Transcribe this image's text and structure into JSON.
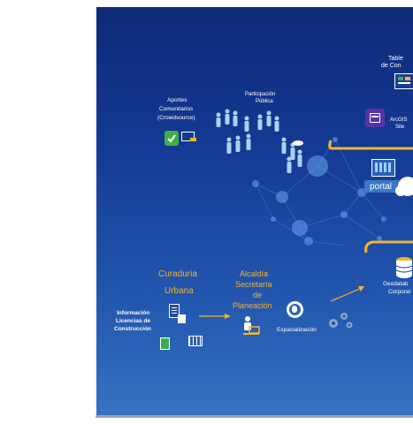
{
  "labels": {
    "tablero_line1": "Table",
    "tablero_line2": "de Con",
    "arcgis_line1": "ArcGIS",
    "arcgis_line2": "Site",
    "portal": "portal",
    "aportes_line1": "Aportes",
    "aportes_line2": "Comunitarios",
    "aportes_line3": "(Crowdsource)",
    "participacion_line1": "Participación",
    "participacion_line2": "Pública",
    "curaduria_line1": "Curaduria",
    "curaduria_line2": "Urbana",
    "alcaldia_line1": "Alcaldía",
    "alcaldia_line2": "Secretaría",
    "alcaldia_line3": "de",
    "alcaldia_line4": "Planeación",
    "informacion_line1": "Información",
    "informacion_line2": "Licencias de",
    "informacion_line3": "Construcción",
    "espacializacion": "Espacialización",
    "geodatabase_line1": "Geodatab",
    "geodatabase_line2": "Corporat"
  },
  "colors": {
    "accent_gold": "#f3b52b",
    "accent_green": "#3fae49",
    "text_white": "#ffffff"
  },
  "icons": [
    "dashboard-icon",
    "arcgis-site-icon",
    "portal-icon",
    "cloud-icon",
    "crowdsource-check-icon",
    "monitor-icon",
    "people-icon",
    "document-icon",
    "calculator-icon",
    "person-computer-icon",
    "globe-icon",
    "gears-icon",
    "database-icon",
    "arrow-icon"
  ]
}
